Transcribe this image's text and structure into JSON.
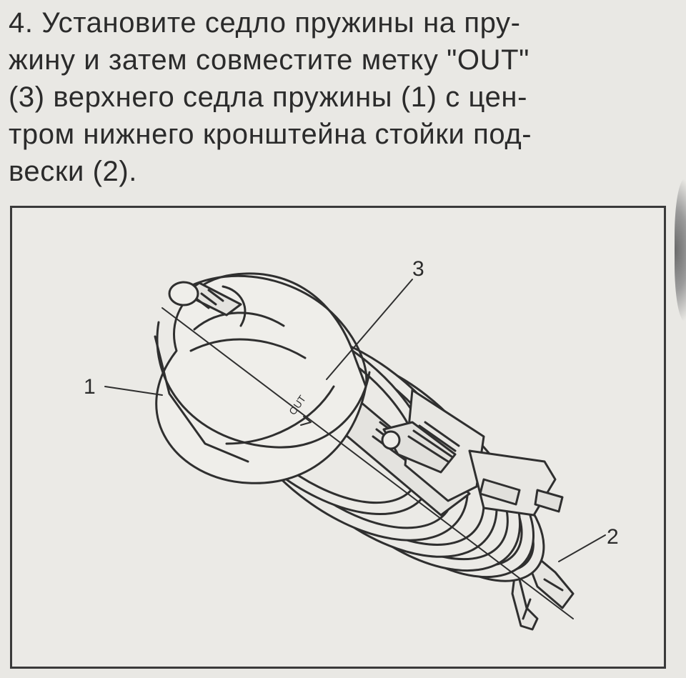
{
  "instruction": {
    "lines": [
      "4. Установите седло пружины на пру-",
      "жину и затем совместите метку \"OUT\"",
      "(3) верхнего седла пружины (1) с цен-",
      "тром нижнего кронштейна стойки под-",
      "вески (2)."
    ]
  },
  "figure": {
    "callouts": {
      "upper_seat": "1",
      "lower_bracket": "2",
      "out_mark": "3"
    },
    "mark_text": "OUT"
  },
  "colors": {
    "paper": "#e9e8e4",
    "ink": "#2b2b2b",
    "frame": "#3a3a3a"
  }
}
